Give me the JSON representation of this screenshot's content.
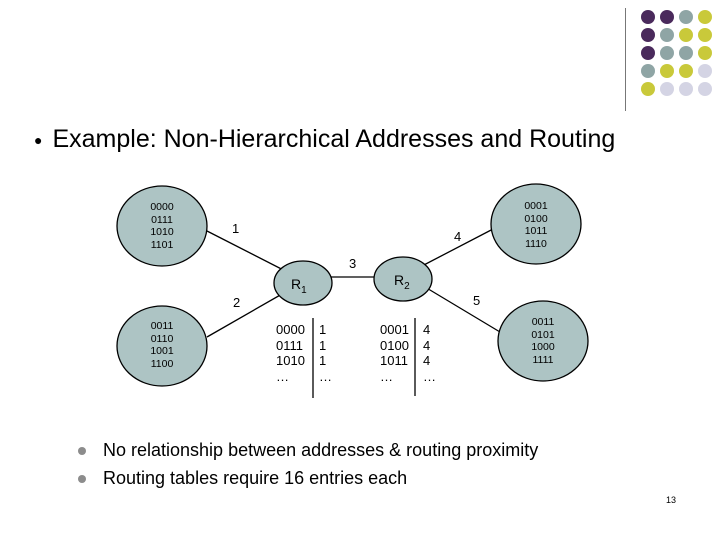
{
  "colors": {
    "purple": "#4a2a5c",
    "teal": "#8fa5a5",
    "olive": "#c9c93a",
    "lavender": "#d4d4e4",
    "node_fill": "#adc4c4"
  },
  "title": "Example: Non-Hierarchical Addresses and Routing",
  "nodes": {
    "top_left": [
      "0000",
      "0111",
      "1010",
      "1101"
    ],
    "bottom_left": [
      "0011",
      "0110",
      "1001",
      "1100"
    ],
    "top_right": [
      "0001",
      "0100",
      "1011",
      "1110"
    ],
    "bottom_right": [
      "0011",
      "0101",
      "1000",
      "1111"
    ]
  },
  "routers": {
    "r1": {
      "letter": "R",
      "sub": "1"
    },
    "r2": {
      "letter": "R",
      "sub": "2"
    }
  },
  "links": {
    "l1": "1",
    "l2": "2",
    "l3": "3",
    "l4": "4",
    "l5": "5"
  },
  "tables": {
    "r1": {
      "addresses": [
        "0000",
        "0111",
        "1010",
        "…"
      ],
      "ports": [
        "1",
        "1",
        "1",
        "…"
      ]
    },
    "r2": {
      "addresses": [
        "0001",
        "0100",
        "1011",
        "…"
      ],
      "ports": [
        "4",
        "4",
        "4",
        "…"
      ]
    }
  },
  "bullets": [
    "No relationship between addresses & routing proximity",
    "Routing tables require 16 entries each"
  ],
  "page_number": "13"
}
